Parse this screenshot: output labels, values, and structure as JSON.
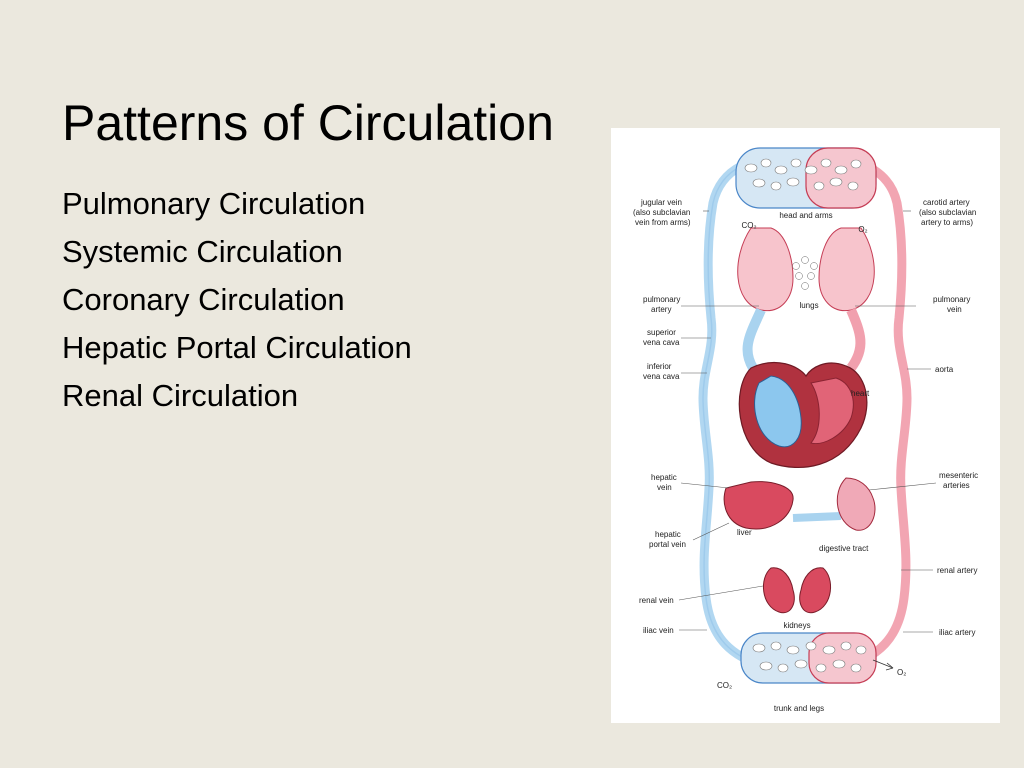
{
  "slide": {
    "title": "Patterns of Circulation",
    "bullets": [
      "Pulmonary Circulation",
      "Systemic Circulation",
      "Coronary Circulation",
      "Hepatic Portal Circulation",
      "Renal Circulation"
    ]
  },
  "diagram": {
    "colors": {
      "vein": "#a9d3ef",
      "artery": "#f1a0ae",
      "vein_stroke": "#4a86c8",
      "artery_stroke": "#c53d55",
      "organ": "#d94a5f"
    },
    "labels": {
      "jugular_1": "jugular vein",
      "jugular_2": "(also subclavian",
      "jugular_3": "vein from arms)",
      "head_arms": "head and arms",
      "carotid_1": "carotid artery",
      "carotid_2": "(also subclavian",
      "carotid_3": "artery to arms)",
      "co2_top": "CO₂",
      "o2_top": "O₂",
      "pulm_artery_1": "pulmonary",
      "pulm_artery_2": "artery",
      "lungs": "lungs",
      "pulm_vein_1": "pulmonary",
      "pulm_vein_2": "vein",
      "sup_vc_1": "superior",
      "sup_vc_2": "vena cava",
      "inf_vc_1": "inferior",
      "inf_vc_2": "vena cava",
      "aorta": "aorta",
      "heart": "heart",
      "hep_vein_1": "hepatic",
      "hep_vein_2": "vein",
      "mes_1": "mesenteric",
      "mes_2": "arteries",
      "liver": "liver",
      "hep_portal_1": "hepatic",
      "hep_portal_2": "portal vein",
      "digestive": "digestive tract",
      "renal_artery": "renal artery",
      "renal_vein": "renal vein",
      "kidneys": "kidneys",
      "iliac_vein": "iliac vein",
      "iliac_artery": "iliac artery",
      "o2_bottom": "O₂",
      "co2_bottom": "CO₂",
      "trunk_legs": "trunk and legs"
    }
  }
}
